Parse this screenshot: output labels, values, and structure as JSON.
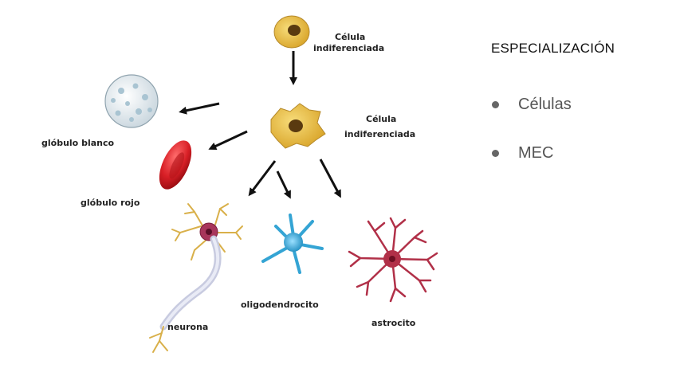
{
  "slide": {
    "title": "ESPECIALIZACIÓN",
    "bullets": [
      "Células",
      "MEC"
    ]
  },
  "diagram": {
    "labels": {
      "cell_top": [
        "Célula",
        "indiferenciada"
      ],
      "cell_mid": [
        "Célula",
        "indiferenciada"
      ],
      "white_cell": "glóbulo blanco",
      "red_cell": "glóbulo rojo",
      "neuron": "neurona",
      "oligodendrocyte": "oligodendrocito",
      "astrocyte": "astrocito"
    },
    "colors": {
      "undiff_cell": "#e3b43a",
      "white_cell": "#eef3f6",
      "red_cell": "#d81f26",
      "neuron_body": "#a8365b",
      "oligodendrocyte": "#34a4d4",
      "astrocyte": "#b13048"
    }
  }
}
